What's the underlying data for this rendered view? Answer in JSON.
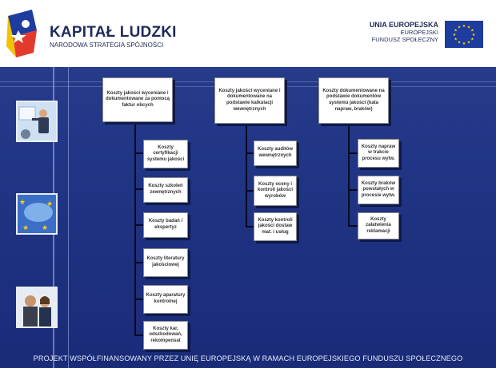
{
  "header": {
    "title": "KAPITAŁ LUDZKI",
    "subtitle": "NARODOWA STRATEGIA SPÓJNOŚCI",
    "eu_title": "UNIA EUROPEJSKA",
    "eu_line1": "EUROPEJSKI",
    "eu_line2": "FUNDUSZ SPOŁECZNY"
  },
  "diagram": {
    "col1": {
      "root": "Koszty jakości wyceniane i dokumentowane za pomocą faktur obcych",
      "children": [
        "Koszty certyfikacji systemu jakości",
        "Koszty szkoleń zewnętrznych",
        "Koszty badań i ekspertyz",
        "Koszty literatury jakościowej",
        "Koszty aparatury kontrolnej",
        "Koszty kar, odszkodowań, rekompensat"
      ]
    },
    "col2": {
      "root": "Koszty jakości wyceniane i dokumentowane na podstawie kalkulacji wewnętrznych",
      "children": [
        "Koszty auditów wewnętrznych",
        "Koszty oceny i kontroli jakości wyrobów",
        "Koszty kontroli jakości dostaw mat. i usług"
      ]
    },
    "col3": {
      "root": "Koszty dokumentowane na podstawie dokumentów systemu jakości (kata napraw, braków)",
      "children": [
        "Koszty napraw w trakcie procesu wytw.",
        "Koszty braków powstałych w procesie wytw.",
        "Koszty załatwienia reklamacji"
      ]
    }
  },
  "footer": "PROJEKT WSPÓŁFINANSOWANY PRZEZ UNIĘ EUROPEJSKĄ W RAMACH EUROPEJSKIEGO FUNDUSZU SPOŁECZNEGO"
}
